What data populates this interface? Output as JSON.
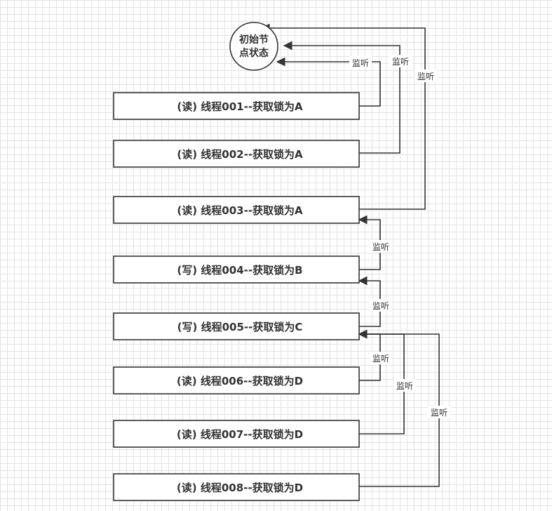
{
  "root": {
    "line1": "初始节",
    "line2": "点状态"
  },
  "threads": [
    {
      "label": "(读)  线程001--获取锁为A"
    },
    {
      "label": "(读)  线程002--获取锁为A"
    },
    {
      "label": "(读)  线程003--获取锁为A"
    },
    {
      "label": "(写)  线程004--获取锁为B"
    },
    {
      "label": "(写)  线程005--获取锁为C"
    },
    {
      "label": "(读)  线程006--获取锁为D"
    },
    {
      "label": "(读)  线程007--获取锁为D"
    },
    {
      "label": "(读)  线程008--获取锁为D"
    }
  ],
  "edges": [
    {
      "from": "线程001",
      "to": "初始节点状态",
      "label": "监听"
    },
    {
      "from": "线程002",
      "to": "初始节点状态",
      "label": "监听"
    },
    {
      "from": "线程003",
      "to": "初始节点状态",
      "label": "监听"
    },
    {
      "from": "线程004",
      "to": "线程003",
      "label": "监听"
    },
    {
      "from": "线程005",
      "to": "线程004",
      "label": "监听"
    },
    {
      "from": "线程006",
      "to": "线程005",
      "label": "监听"
    },
    {
      "from": "线程007",
      "to": "线程005",
      "label": "监听"
    },
    {
      "from": "线程008",
      "to": "线程005",
      "label": "监听"
    }
  ]
}
